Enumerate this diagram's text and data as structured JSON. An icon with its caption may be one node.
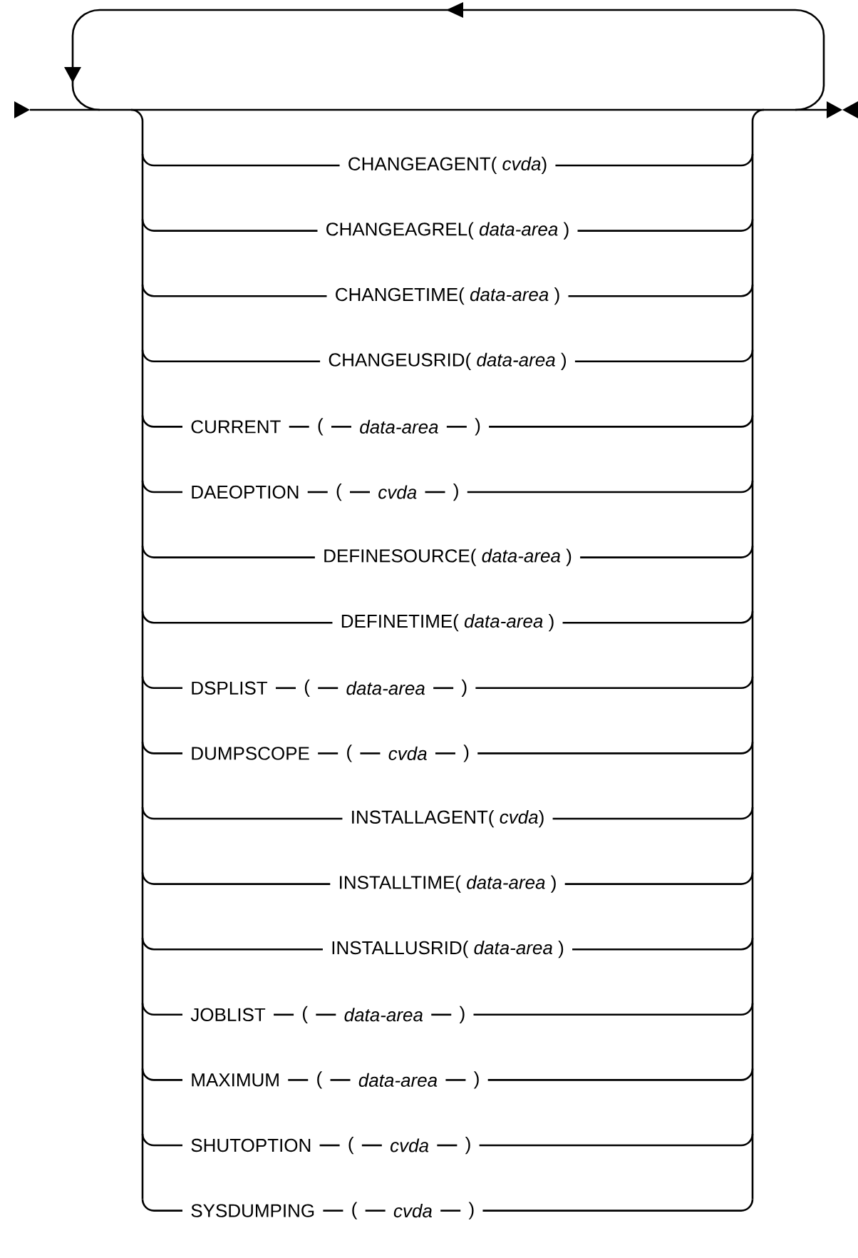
{
  "diagram": {
    "labels": [
      "CHANGEAGENT( *cvda*)",
      "CHANGEAGREL( *data-area* )",
      "CHANGETIME( *data-area* )",
      "CHANGEUSRID( *data-area* )",
      "CURRENT",
      "(",
      "data-area",
      ")",
      "DAEOPTION",
      "(",
      "cvda",
      ")",
      "DEFINESOURCE( *data-area* )",
      "DEFINETIME( *data-area* )",
      "DSPLIST",
      "(",
      "data-area",
      ")",
      "DUMPSCOPE",
      "(",
      "cvda",
      ")",
      "INSTALLAGENT( *cvda*)",
      "INSTALLTIME( *data-area* )",
      "INSTALLUSRID( *data-area* )",
      "JOBLIST",
      "(",
      "data-area",
      ")",
      "MAXIMUM",
      "(",
      "data-area",
      ")",
      "SHUTOPTION",
      "(",
      "cvda",
      ")",
      "SYSDUMPING",
      "(",
      "cvda",
      ")"
    ]
  }
}
